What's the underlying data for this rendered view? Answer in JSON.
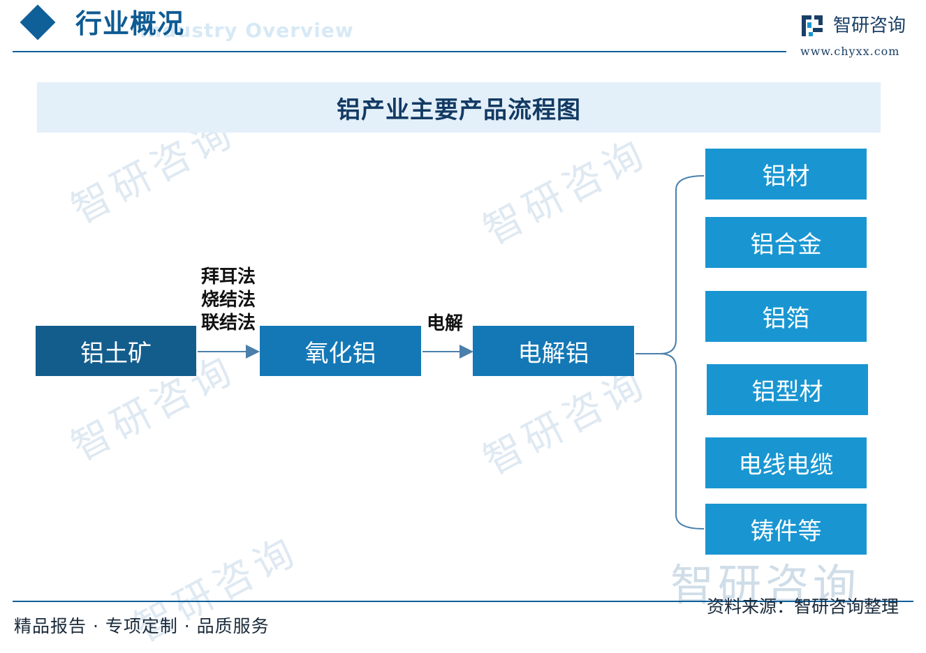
{
  "header": {
    "section_title": "行业概况",
    "section_subtitle": "Industry Overview",
    "brand_name": "智研咨询",
    "brand_url": "www.chyxx.com"
  },
  "banner": {
    "title": "铝产业主要产品流程图"
  },
  "flow": {
    "nodes": {
      "bauxite": "铝土矿",
      "alumina": "氧化铝",
      "electrolytic": "电解铝"
    },
    "step1_methods": [
      "拜耳法",
      "烧结法",
      "联结法"
    ],
    "step2_method": "电解",
    "products": [
      "铝材",
      "铝合金",
      "铝箔",
      "铝型材",
      "电线电缆",
      "铸件等"
    ]
  },
  "watermark": {
    "text": "智研咨询"
  },
  "footer": {
    "tagline": "精品报告 · 专项定制 · 品质服务",
    "source": "资料来源：智研咨询整理"
  },
  "colors": {
    "brand_blue": "#0f5f99",
    "node_dark": "#135d8c",
    "node_mid": "#1478b6",
    "product": "#1996d2",
    "banner_bg": "#e3eff9"
  }
}
